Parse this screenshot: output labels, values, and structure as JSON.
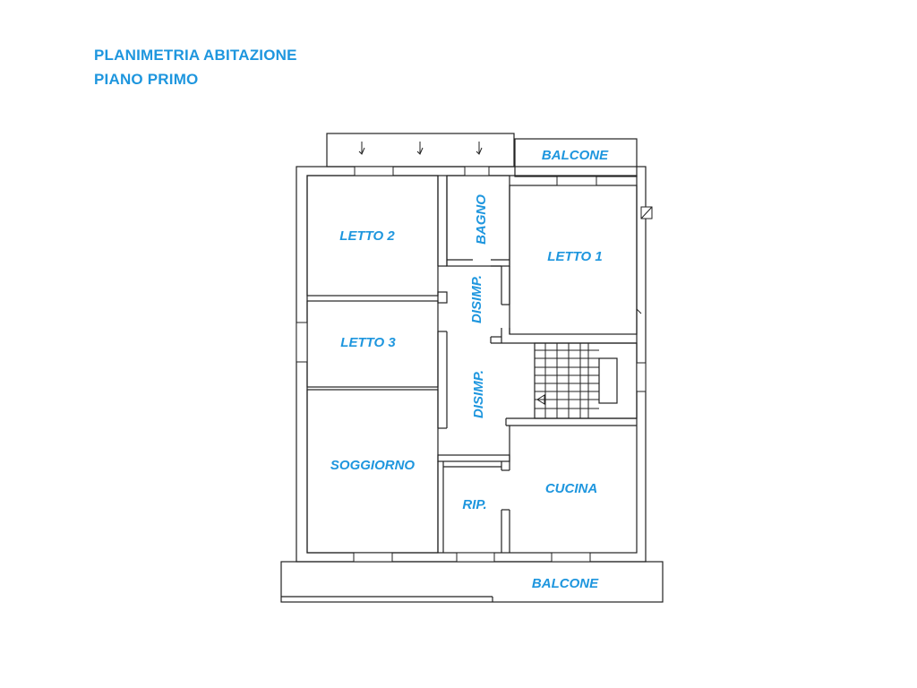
{
  "header": {
    "title_line1": "PLANIMETRIA ABITAZIONE",
    "title_line2": "PIANO PRIMO"
  },
  "rooms": {
    "balcone_top": "BALCONE",
    "letto2": "LETTO 2",
    "bagno": "BAGNO",
    "letto1": "LETTO 1",
    "disimp_upper": "DISIMP.",
    "letto3": "LETTO 3",
    "disimp_lower": "DISIMP.",
    "soggiorno": "SOGGIORNO",
    "cucina": "CUCINA",
    "ripostiglio": "RIP.",
    "balcone_bottom": "BALCONE"
  },
  "colors": {
    "label": "#1e96de",
    "wall": "#222222",
    "background": "#ffffff"
  }
}
